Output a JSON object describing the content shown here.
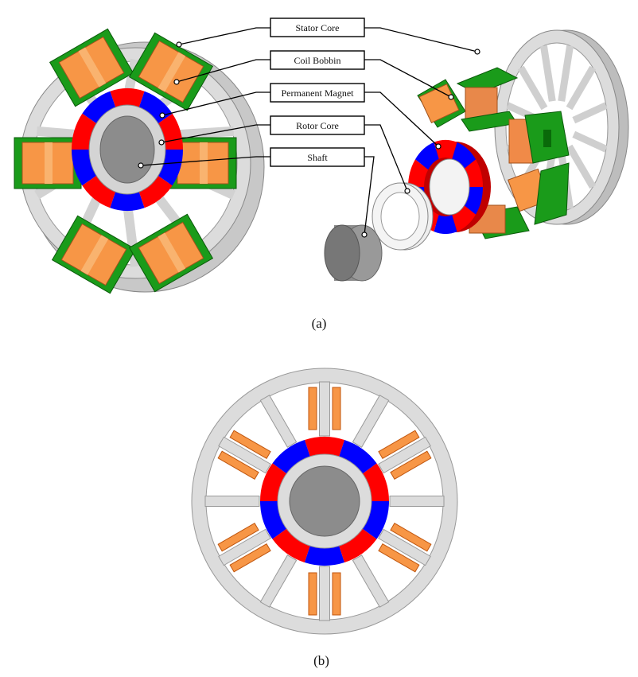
{
  "figure_a": {
    "caption": "(a)",
    "labels": [
      {
        "id": "stator-core",
        "text": "Stator Core"
      },
      {
        "id": "coil-bobbin",
        "text": "Coil Bobbin"
      },
      {
        "id": "permanent-magnet",
        "text": "Permanent Magnet"
      },
      {
        "id": "rotor-core",
        "text": "Rotor Core"
      },
      {
        "id": "shaft",
        "text": "Shaft"
      }
    ]
  },
  "figure_b": {
    "caption": "(b)",
    "stator_spokes": 12,
    "coils": 12,
    "magnet_segments": 10
  },
  "colors": {
    "stator": "#d9d9d9",
    "coil": "#f79646",
    "bobbin": "#1a9b1a",
    "magnet_n": "#ff0000",
    "magnet_s": "#0000ff",
    "shaft": "#8c8c8c"
  }
}
